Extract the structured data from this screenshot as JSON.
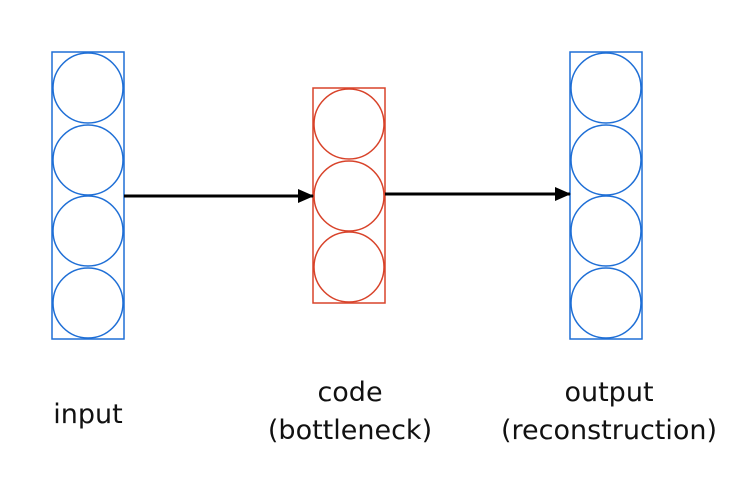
{
  "layers": [
    {
      "id": "input",
      "units": 4,
      "color": "#1f6fd6"
    },
    {
      "id": "code",
      "units": 3,
      "color": "#d8432a"
    },
    {
      "id": "output",
      "units": 4,
      "color": "#1f6fd6"
    }
  ],
  "labels": {
    "input": "input",
    "code_line1": "code",
    "code_line2": "(bottleneck)",
    "output_line1": "output",
    "output_line2": "(reconstruction)"
  },
  "arrow_color": "#000000"
}
